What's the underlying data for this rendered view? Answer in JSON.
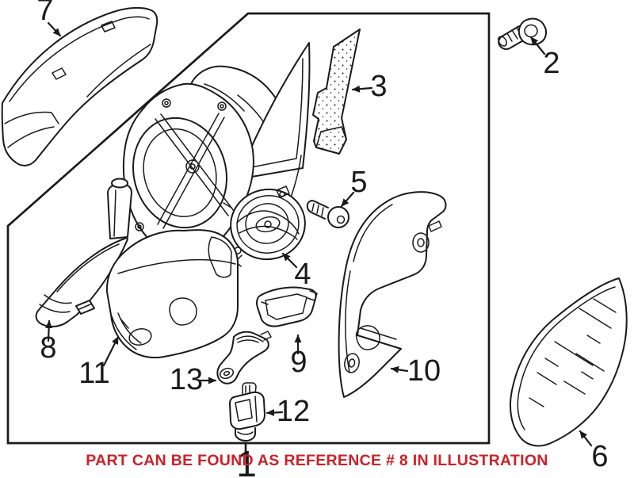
{
  "diagram": {
    "caption": "PART CAN BE FOUND AS REFERENCE # 8 IN ILLUSTRATION",
    "callouts": {
      "1": "1",
      "2": "2",
      "3": "3",
      "4": "4",
      "5": "5",
      "6": "6",
      "7": "7",
      "8": "8",
      "9": "9",
      "10": "10",
      "11": "11",
      "12": "12",
      "13": "13"
    },
    "colors": {
      "ink": "#1a1a1a",
      "caption": "#cc2127",
      "background": "#ffffff"
    }
  }
}
